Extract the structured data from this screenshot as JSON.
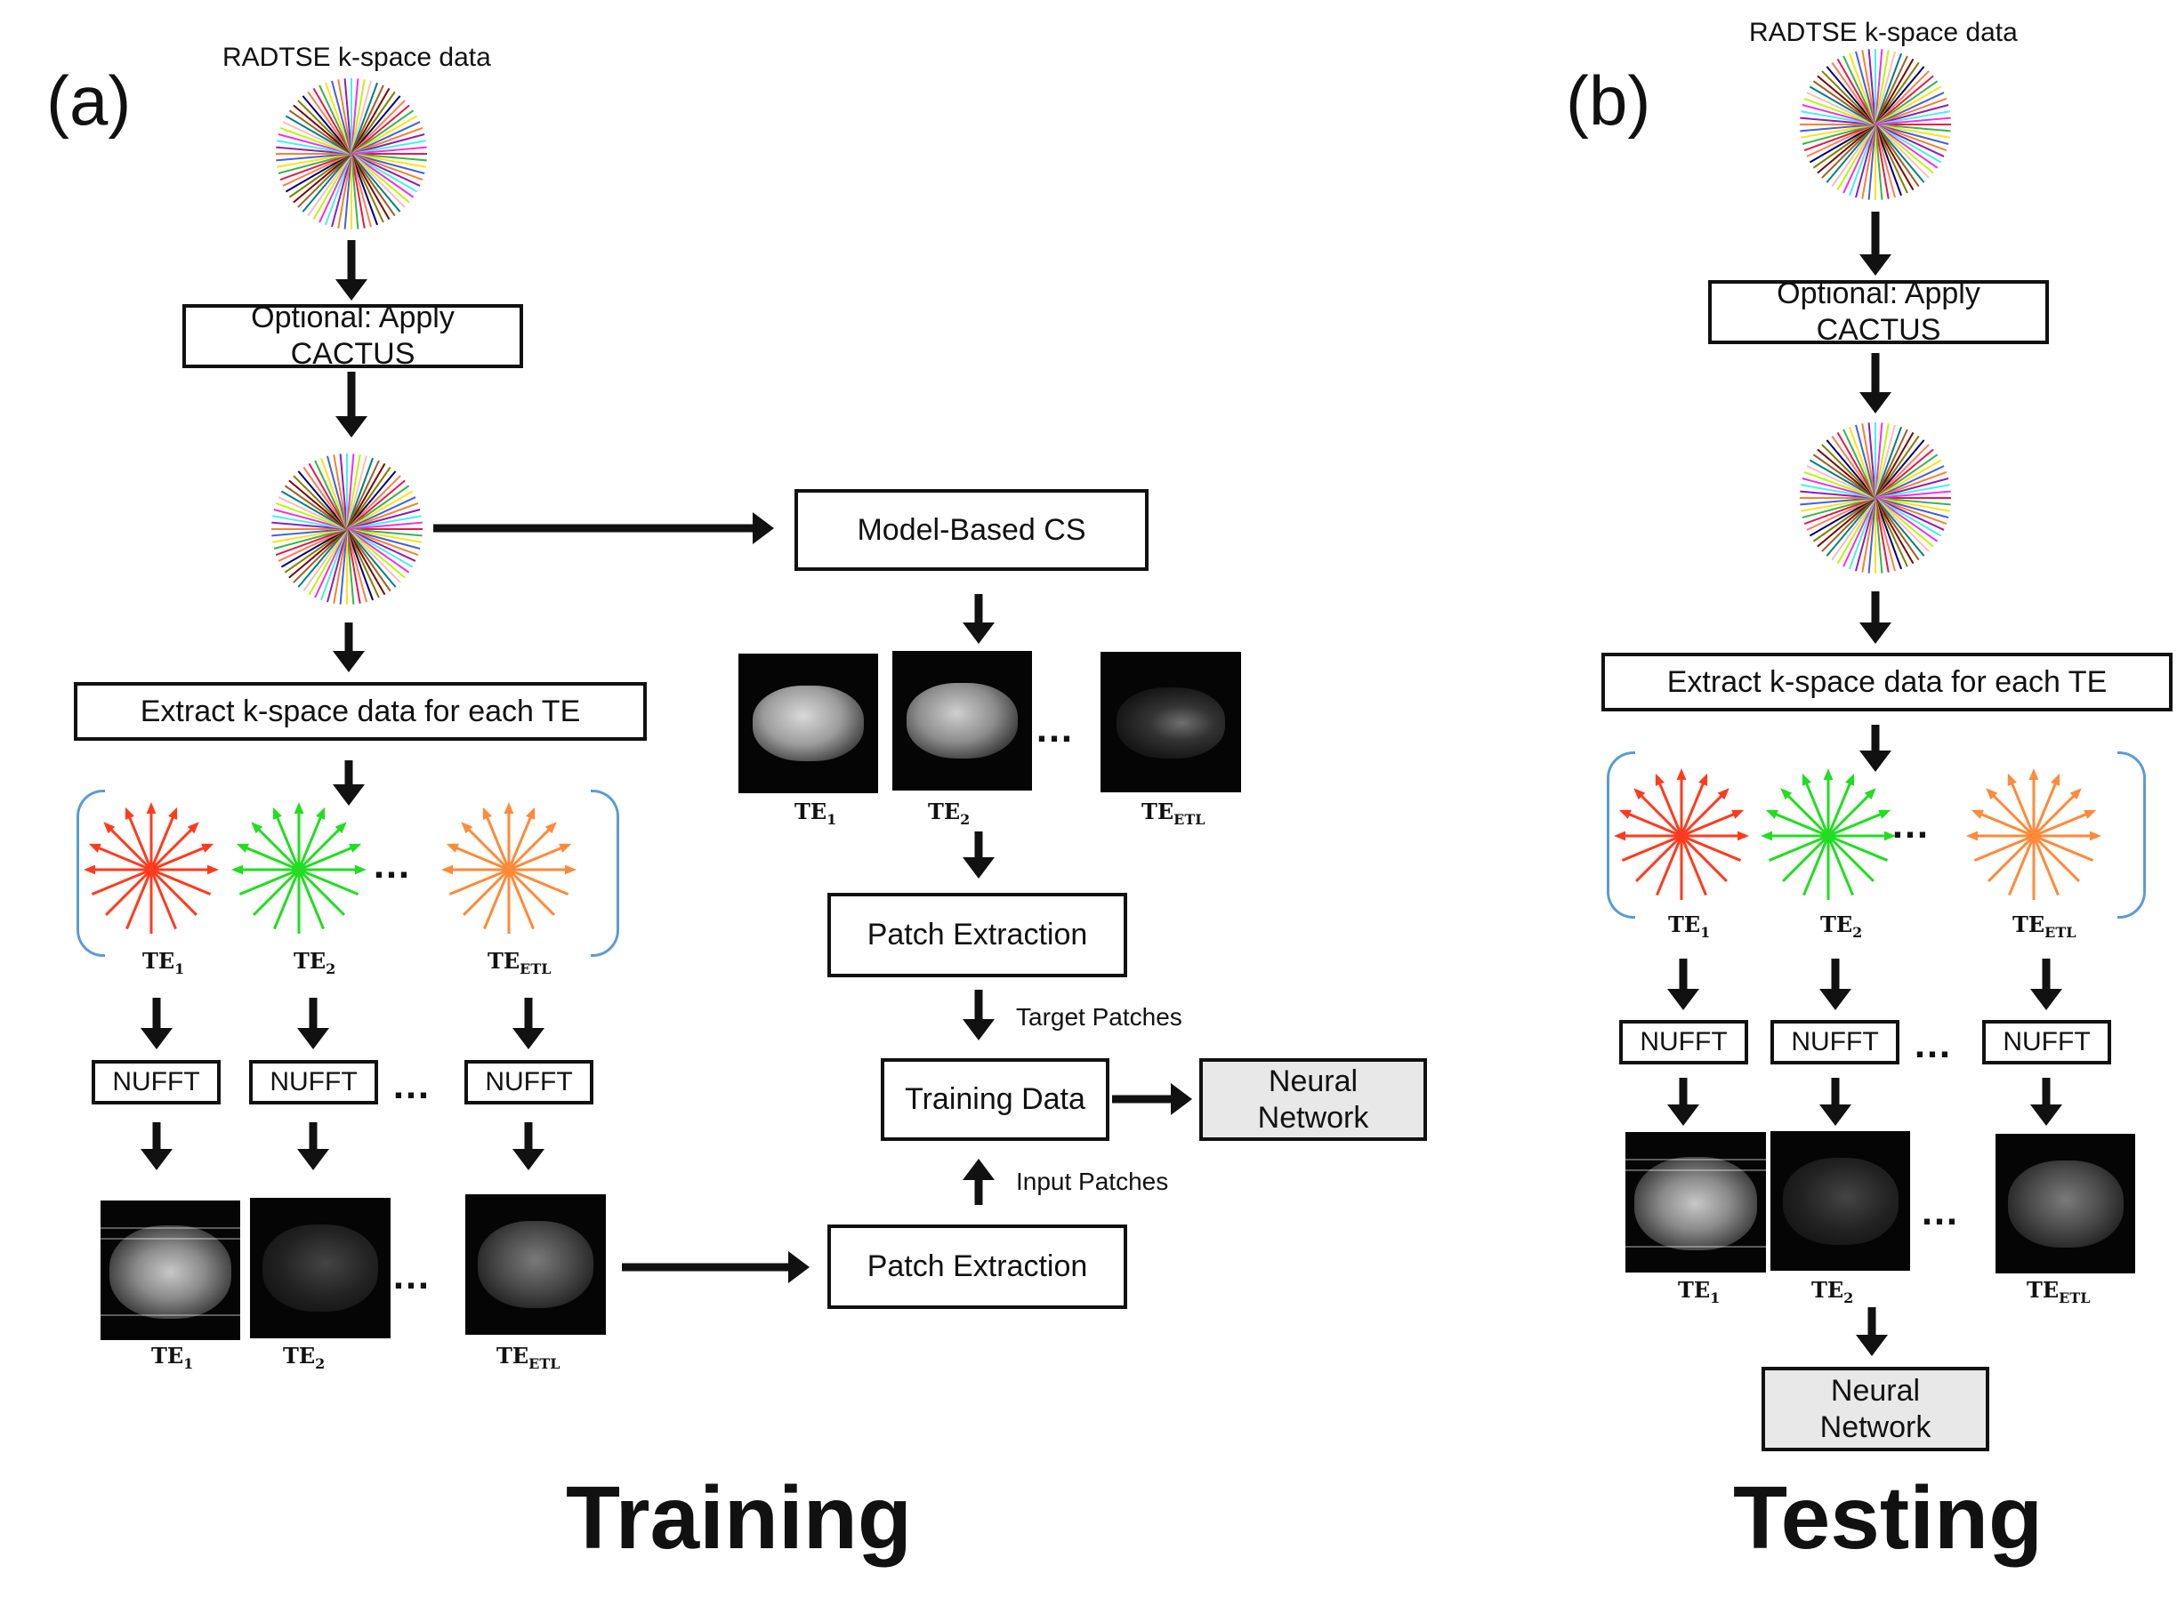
{
  "panel_a": {
    "label": "(a)",
    "kspace_caption": "RADTSE k-space data",
    "cactus_box": "Optional: Apply CACTUS",
    "model_cs_box": "Model-Based CS",
    "extract_box": "Extract k-space data for each TE",
    "nufft_label": "NUFFT",
    "patch_box_1": "Patch Extraction",
    "patch_box_2": "Patch Extraction",
    "training_data_box": "Training Data",
    "neural_network_box": "Neural\nNetwork",
    "target_patches": "Target Patches",
    "input_patches": "Input Patches",
    "dots": "…",
    "title": "Training"
  },
  "panel_b": {
    "label": "(b)",
    "kspace_caption": "RADTSE k-space data",
    "cactus_box": "Optional: Apply CACTUS",
    "extract_box": "Extract k-space data for each TE",
    "nufft_label": "NUFFT",
    "neural_network_box": "Neural\nNetwork",
    "dots": "…",
    "title": "Testing"
  },
  "te_labels": {
    "te1_base": "TE",
    "te1_sub": "1",
    "te2_base": "TE",
    "te2_sub": "2",
    "teetl_base": "TE",
    "teetl_sub": "ETL"
  },
  "colors": {
    "te1_spokes": "#ff3b1f",
    "te2_spokes": "#22dd22",
    "teetl_spokes": "#ff8a3a",
    "bracket": "#5b9bd5",
    "network_fill": "#e8e8e8"
  }
}
